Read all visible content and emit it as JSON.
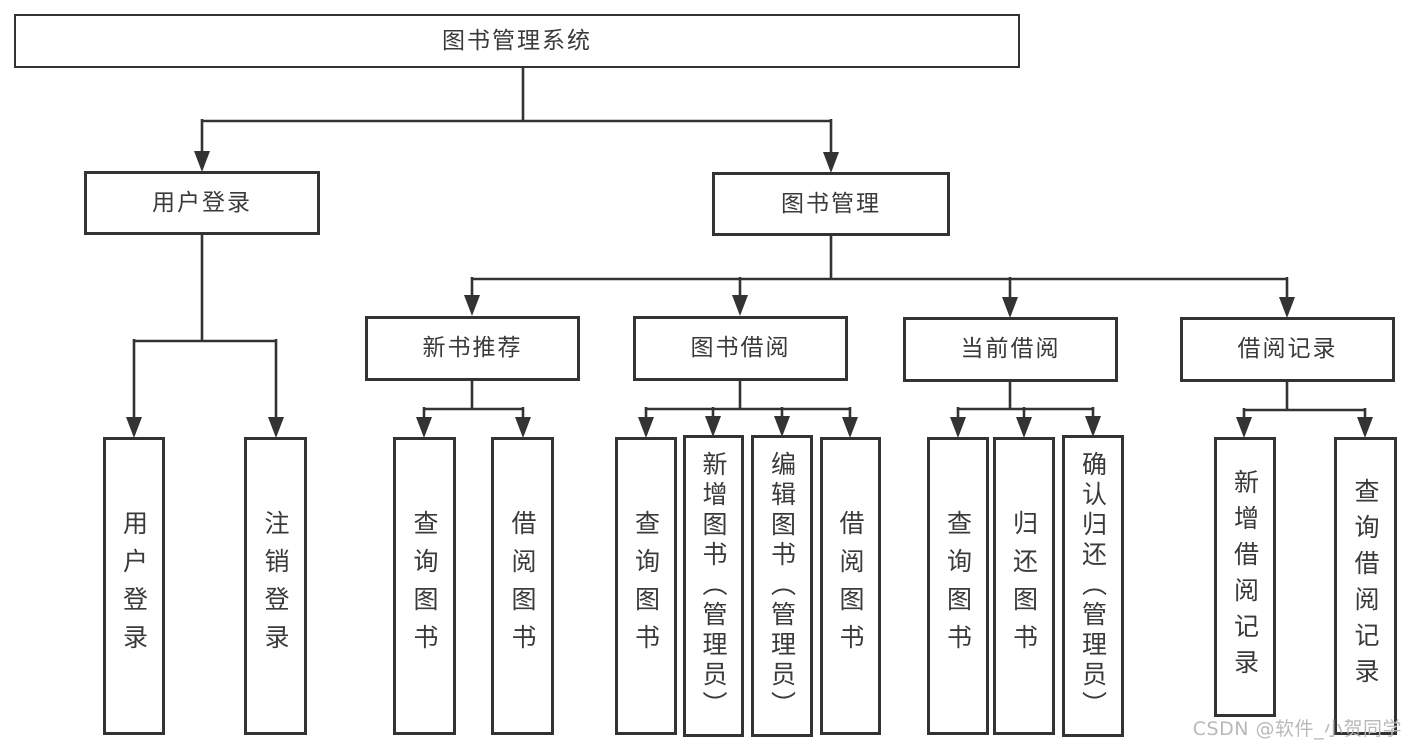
{
  "diagram": {
    "watermark": "CSDN @软件_小贺同学",
    "colors": {
      "line": "#333333",
      "text": "#3a3a3a",
      "background": "#ffffff",
      "watermark": "#b9b9b9"
    },
    "root": {
      "label": "图书管理系统",
      "children": [
        {
          "label": "用户登录",
          "children": [
            {
              "label": "用户登录"
            },
            {
              "label": "注销登录"
            }
          ]
        },
        {
          "label": "图书管理",
          "children": [
            {
              "label": "新书推荐",
              "children": [
                {
                  "label": "查询图书"
                },
                {
                  "label": "借阅图书"
                }
              ]
            },
            {
              "label": "图书借阅",
              "children": [
                {
                  "label": "查询图书"
                },
                {
                  "label": "新增图书（管理员）"
                },
                {
                  "label": "编辑图书（管理员）"
                },
                {
                  "label": "借阅图书"
                }
              ]
            },
            {
              "label": "当前借阅",
              "children": [
                {
                  "label": "查询图书"
                },
                {
                  "label": "归还图书"
                },
                {
                  "label": "确认归还（管理员）"
                }
              ]
            },
            {
              "label": "借阅记录",
              "children": [
                {
                  "label": "新增借阅记录"
                },
                {
                  "label": "查询借阅记录"
                }
              ]
            }
          ]
        }
      ]
    }
  }
}
